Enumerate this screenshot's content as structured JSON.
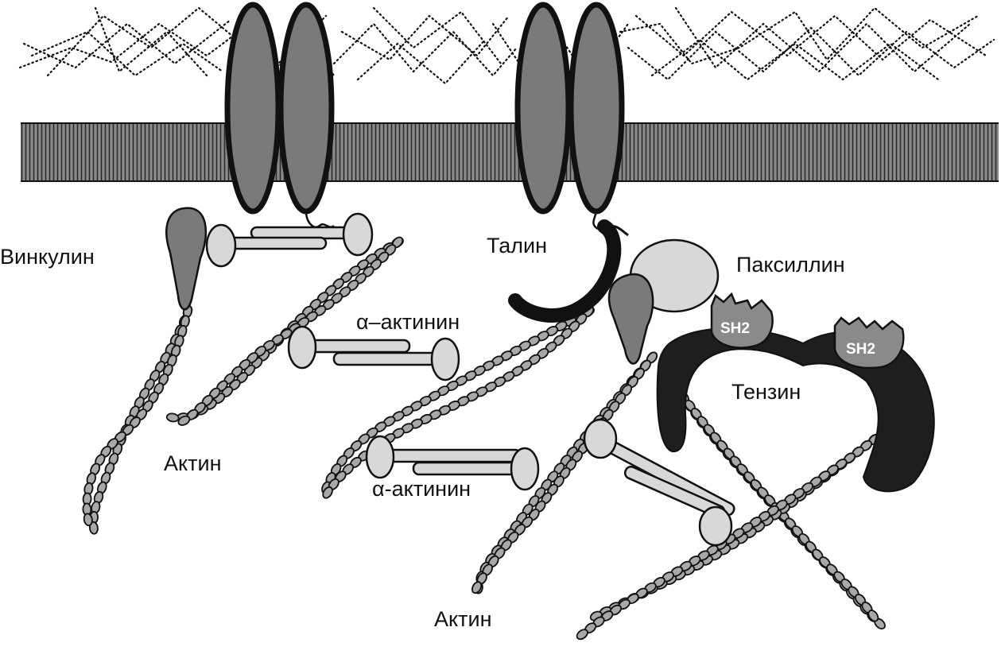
{
  "labels": {
    "vinculin": "Винкулин",
    "talin": "Талин",
    "paxillin": "Паксиллин",
    "alpha_actinin_top": "α–актинин",
    "alpha_actinin_bottom": "α-актинин",
    "tensin": "Тензин",
    "actin_left": "Актин",
    "actin_bottom": "Актин",
    "sh2_left": "SH2",
    "sh2_right": "SH2"
  },
  "colors": {
    "integrin": "#777777",
    "membrane": "#6e6e6e",
    "tensin": "#1e1e1e",
    "light_protein": "#d8d8d8",
    "actin_bead": "#a8a8a8",
    "outline": "#111111"
  }
}
